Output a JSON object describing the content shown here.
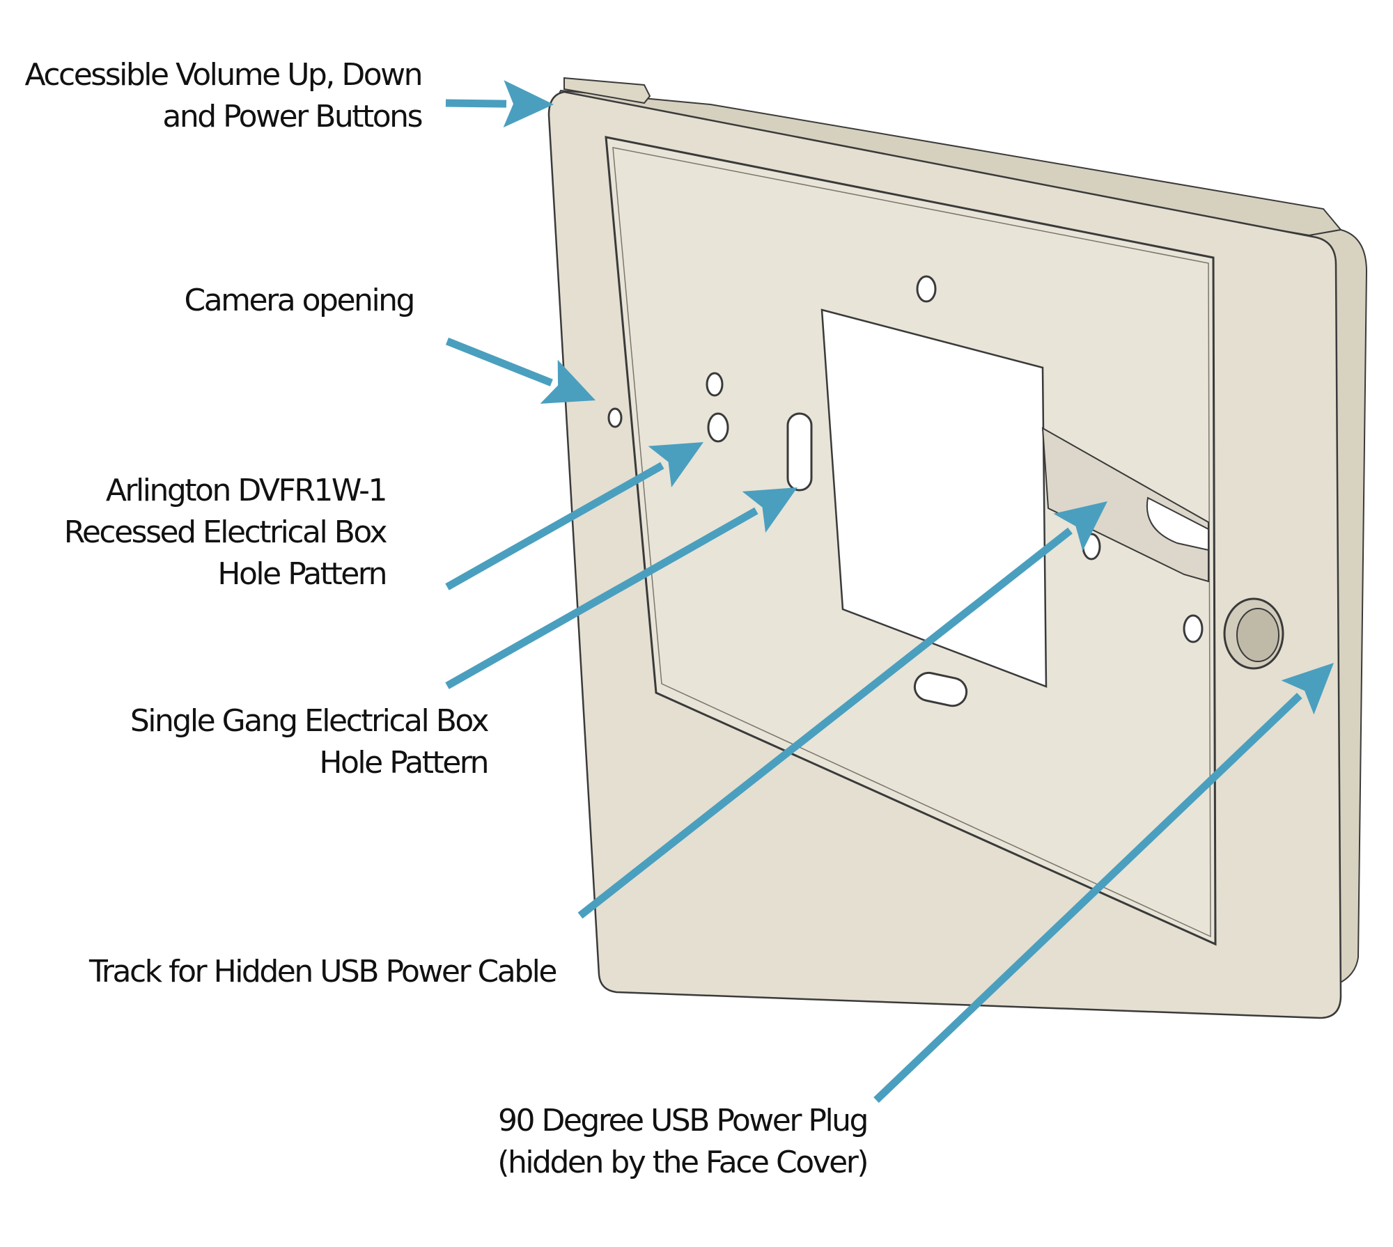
{
  "colors": {
    "arrow": "#4a9fbf",
    "bezel": "#e4dfd1",
    "bezel_shadow": "#cfc9b8",
    "recess": "#e8e4d8",
    "outline": "#3a3a3a",
    "opening": "#ffffff"
  },
  "callouts": {
    "buttons": {
      "lines": [
        "Accessible Volume Up, Down",
        "and Power Buttons"
      ]
    },
    "camera": {
      "lines": [
        "Camera opening"
      ]
    },
    "arlington": {
      "lines": [
        "Arlington DVFR1W-1",
        "Recessed Electrical Box",
        "Hole Pattern"
      ]
    },
    "single_gang": {
      "lines": [
        "Single Gang Electrical Box",
        "Hole Pattern"
      ]
    },
    "usb_track": {
      "lines": [
        "Track for  Hidden USB Power Cable"
      ]
    },
    "usb_plug": {
      "lines": [
        "90 Degree USB Power Plug",
        "(hidden by the Face Cover)"
      ]
    }
  }
}
